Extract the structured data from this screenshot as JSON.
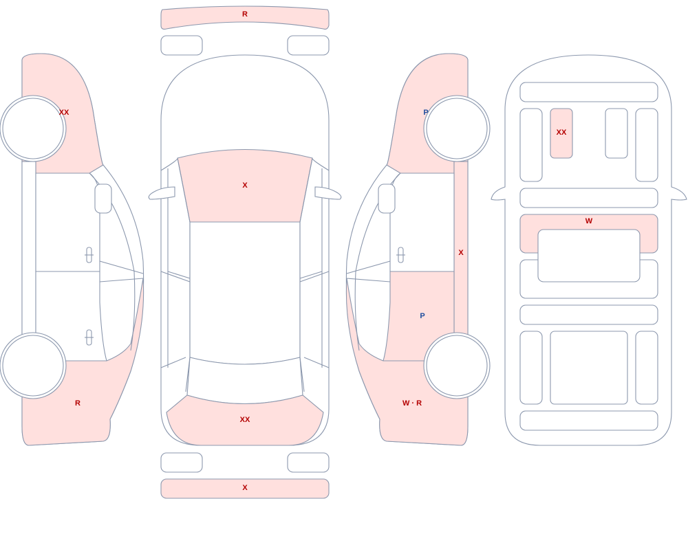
{
  "colors": {
    "outline": "#8b97ad",
    "highlight": "#ffe0de",
    "mark_red": "#b40000",
    "mark_blue": "#1f4e9e"
  },
  "marks": {
    "front_bumper": {
      "text": "R",
      "color": "red"
    },
    "left_front_fender": {
      "text": "XX",
      "color": "red"
    },
    "left_rear_quarter": {
      "text": "R",
      "color": "red"
    },
    "hood": {
      "text": "X",
      "color": "red"
    },
    "rear_bumper_top": {
      "text": "XX",
      "color": "red"
    },
    "rear_bumper_strip": {
      "text": "X",
      "color": "red"
    },
    "right_front_fender": {
      "text": "P",
      "color": "blue"
    },
    "right_rocker": {
      "text": "X",
      "color": "red"
    },
    "right_rear_door": {
      "text": "P",
      "color": "blue"
    },
    "right_rear_quarter": {
      "text": "W · R",
      "color": "red"
    },
    "floor_front_pad": {
      "text": "XX",
      "color": "red"
    },
    "floor_middle_rail": {
      "text": "W",
      "color": "red"
    }
  }
}
